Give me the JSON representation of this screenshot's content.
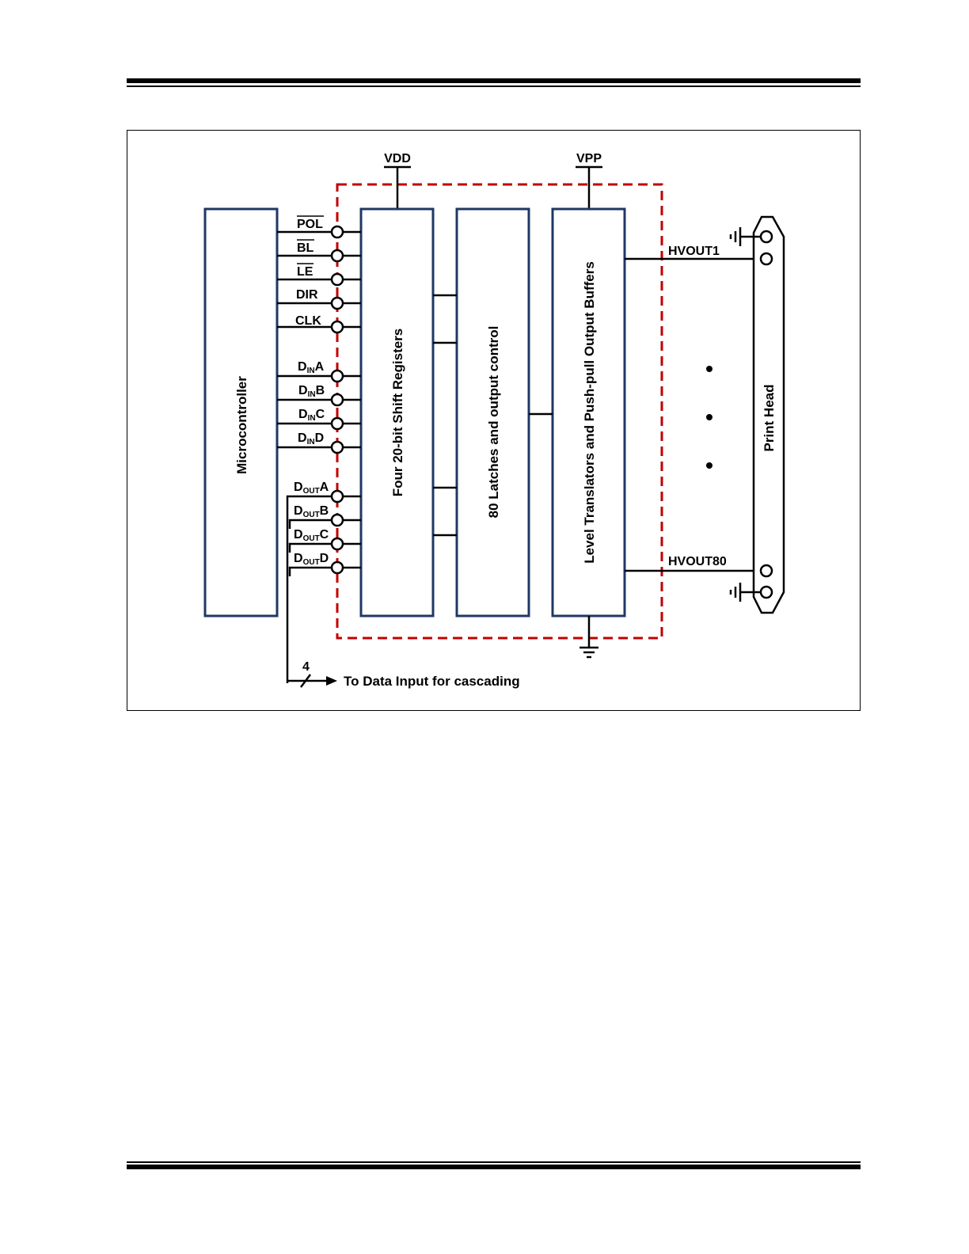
{
  "header": {},
  "figure": {
    "supplies": {
      "vdd": "VDD",
      "vpp": "VPP"
    },
    "blocks": {
      "microcontroller": "Microcontroller",
      "shift_registers": "Four 20-bit Shift Registers",
      "latches": "80 Latches and output control",
      "buffers": "Level Translators and Push-pull Output Buffers",
      "print_head": "Print Head"
    },
    "control_signals": [
      {
        "name": "POL",
        "overbar": true
      },
      {
        "name": "BL",
        "overbar": true
      },
      {
        "name": "LE",
        "overbar": true
      },
      {
        "name": "DIR",
        "overbar": false
      },
      {
        "name": "CLK",
        "overbar": false
      }
    ],
    "data_inputs": [
      {
        "base": "D",
        "sub": "IN",
        "suffix": "A"
      },
      {
        "base": "D",
        "sub": "IN",
        "suffix": "B"
      },
      {
        "base": "D",
        "sub": "IN",
        "suffix": "C"
      },
      {
        "base": "D",
        "sub": "IN",
        "suffix": "D"
      }
    ],
    "data_outputs": [
      {
        "base": "D",
        "sub": "OUT",
        "suffix": "A"
      },
      {
        "base": "D",
        "sub": "OUT",
        "suffix": "B"
      },
      {
        "base": "D",
        "sub": "OUT",
        "suffix": "C"
      },
      {
        "base": "D",
        "sub": "OUT",
        "suffix": "D"
      }
    ],
    "outputs": {
      "first": "HVOUT1",
      "last": "HVOUT80"
    },
    "bus_width": "4",
    "cascade_label": "To Data Input for cascading",
    "colors": {
      "block_border": "#1f3864",
      "boundary": "#c00000",
      "wire": "#000000"
    }
  }
}
